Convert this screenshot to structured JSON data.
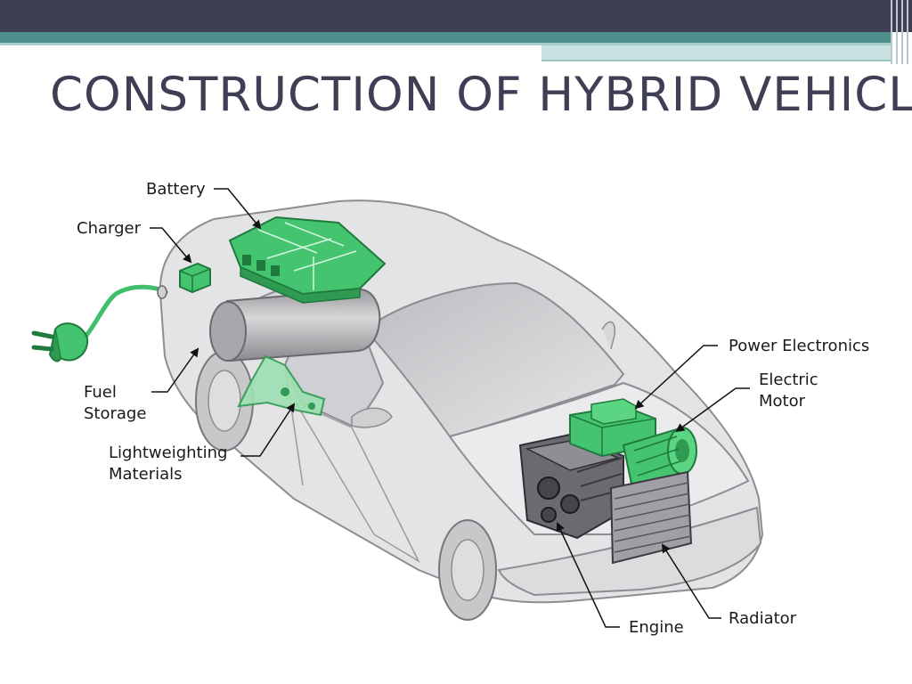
{
  "title": "CONSTRUCTION OF HYBRID VEHICLE",
  "labels": {
    "battery": "Battery",
    "charger": "Charger",
    "fuel_1": "Fuel",
    "fuel_2": "Storage",
    "light_1": "Lightweighting",
    "light_2": "Materials",
    "power": "Power Electronics",
    "motor_1": "Electric",
    "motor_2": "Motor",
    "engine": "Engine",
    "radiator": "Radiator"
  },
  "colors": {
    "header": "#3e3f55",
    "accent": "#4e8f8c",
    "component_green": "#3fbf6a",
    "car_body": "#e4e4e6"
  }
}
